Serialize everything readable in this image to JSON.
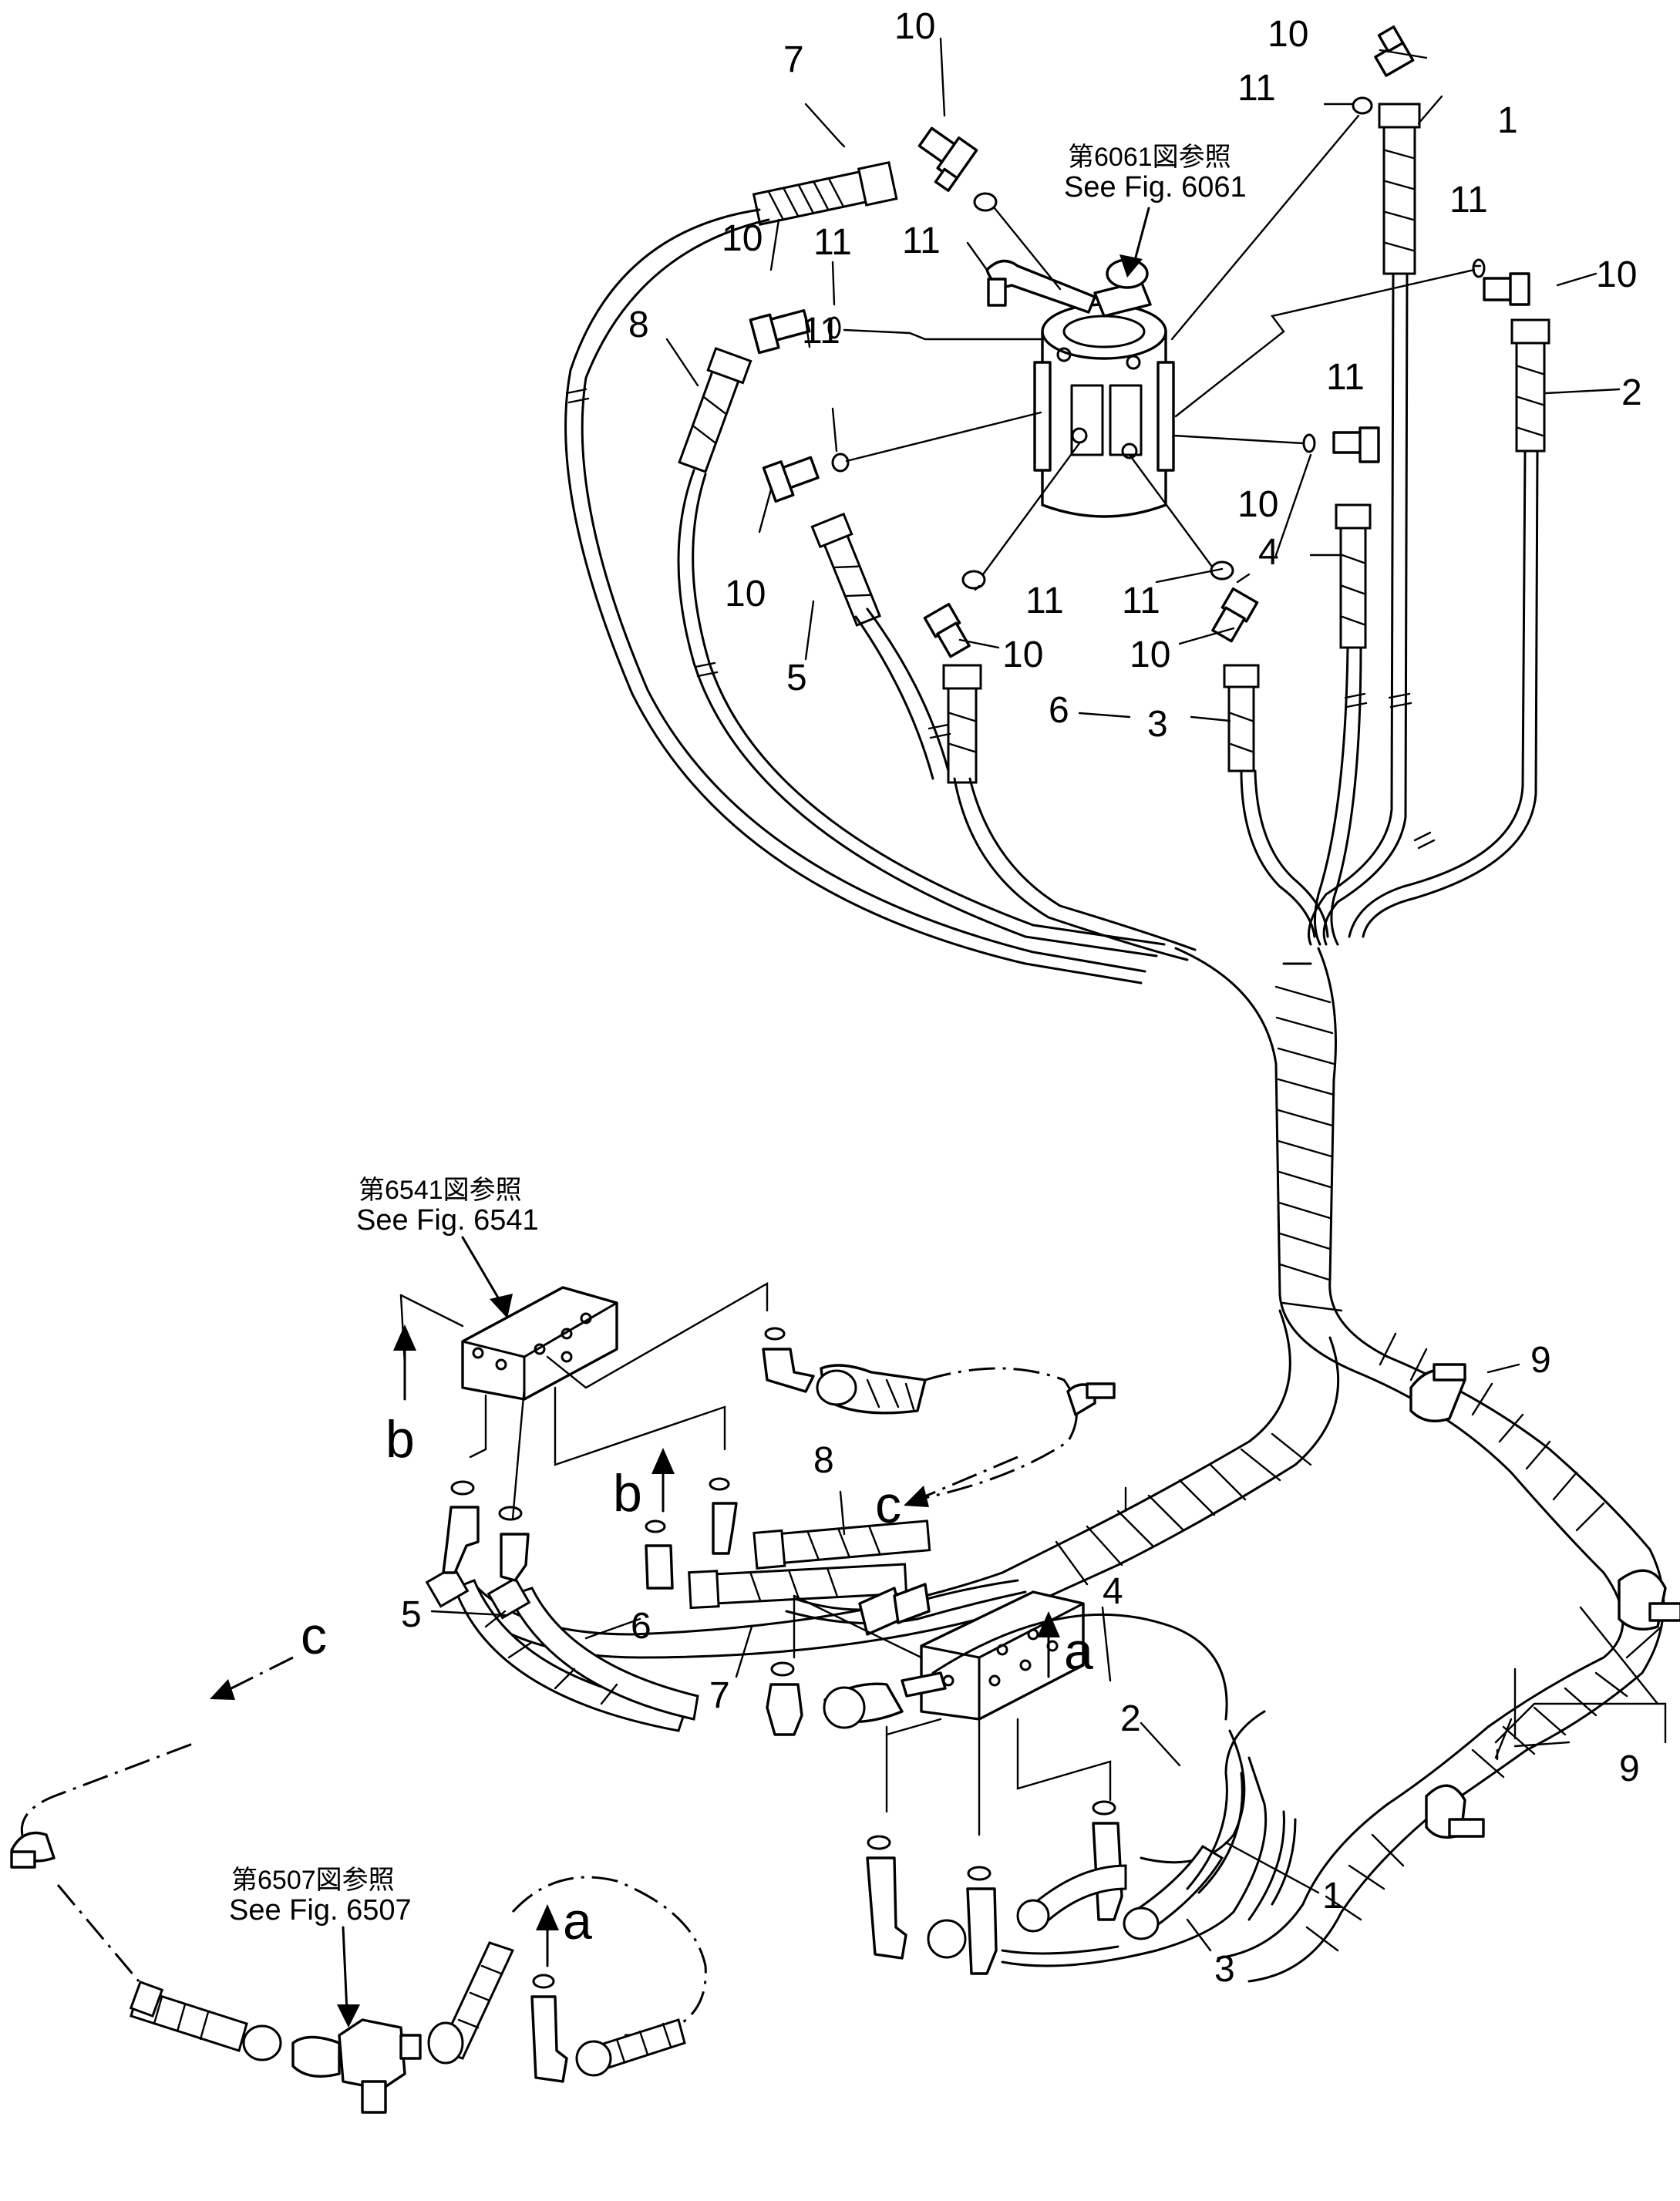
{
  "references": {
    "fig6061_jp": "第6061図参照",
    "fig6061_en": "See Fig. 6061",
    "fig6541_jp": "第6541図参照",
    "fig6541_en": "See Fig. 6541",
    "fig6507_jp": "第6507図参照",
    "fig6507_en": "See Fig. 6507"
  },
  "part_numbers": {
    "p1": "1",
    "p2": "2",
    "p3": "3",
    "p4": "4",
    "p5": "5",
    "p6": "6",
    "p7": "7",
    "p8": "8",
    "p9": "9",
    "p10": "10",
    "p11": "11"
  },
  "view_letters": {
    "a": "a",
    "b": "b",
    "c": "c"
  }
}
